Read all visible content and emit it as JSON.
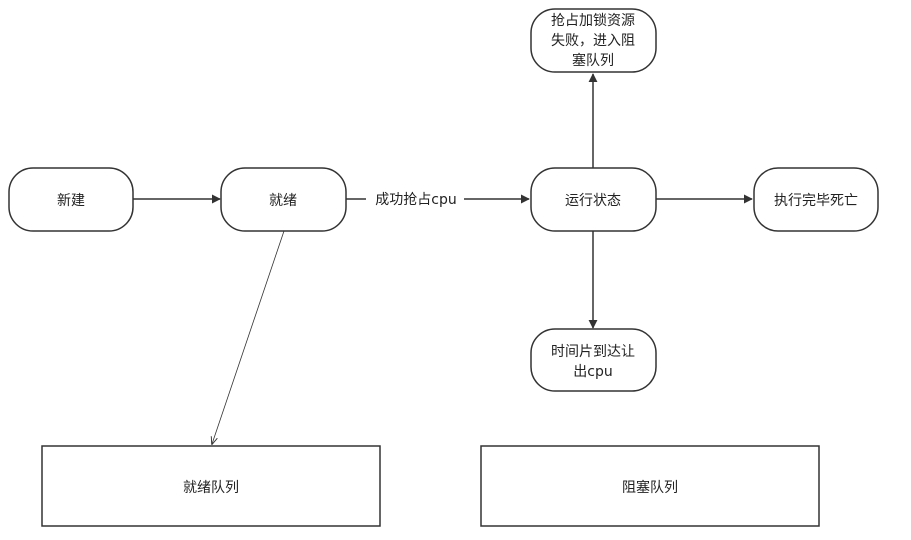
{
  "nodes": {
    "new": "新建",
    "ready": "就绪",
    "running": "运行状态",
    "finished": "执行完毕死亡",
    "lock_fail": [
      "抢占加锁资源",
      "失败，进入阻",
      "塞队列"
    ],
    "time_slice": [
      "时间片到达让",
      "出cpu"
    ]
  },
  "queues": {
    "ready_queue": "就绪队列",
    "blocked_queue": "阻塞队列"
  },
  "edges": {
    "ready_to_running": "成功抢占cpu"
  },
  "colors": {
    "stroke": "#333333",
    "fill": "#ffffff",
    "text": "#222222"
  }
}
